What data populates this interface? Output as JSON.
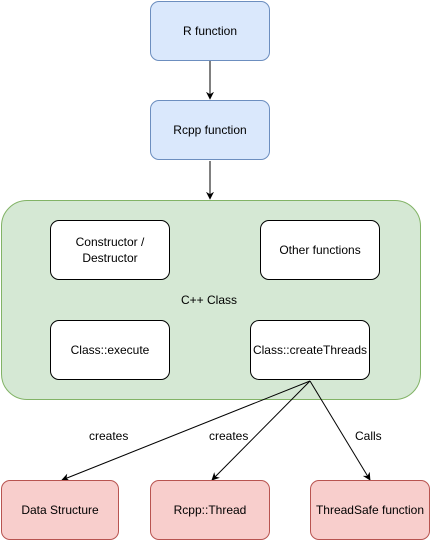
{
  "nodes": {
    "r_function": "R function",
    "rcpp_function": "Rcpp function",
    "constructor_destructor": "Constructor /\nDestructor",
    "other_functions": "Other functions",
    "class_execute": "Class::execute",
    "class_create_threads": "Class::createThreads",
    "data_structure": "Data Structure",
    "rcpp_thread": "Rcpp::Thread",
    "threadsafe_function": "ThreadSafe function"
  },
  "container": {
    "label": "C++ Class"
  },
  "edges": {
    "creates_1": "creates",
    "creates_2": "creates",
    "calls": "Calls"
  },
  "colors": {
    "blue_fill": "#dae8fc",
    "blue_stroke": "#6c8ebf",
    "green_fill": "#d5e8d4",
    "green_stroke": "#82b366",
    "red_fill": "#f8cecc",
    "red_stroke": "#b85450"
  }
}
